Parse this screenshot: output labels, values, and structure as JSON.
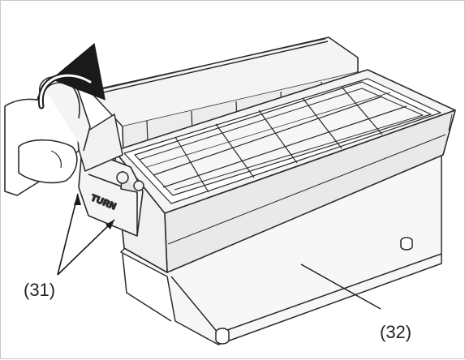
{
  "figure": {
    "handle_label": "TURN",
    "callouts": [
      {
        "id": "31",
        "text": "(31)"
      },
      {
        "id": "32",
        "text": "(32)"
      }
    ]
  },
  "colors": {
    "line": "#1a1a1a",
    "outline": "#2b2b2b",
    "fill_light": "#f4f4f4",
    "fill_side": "#e9e9e9",
    "fill_base": "#f7f7f7"
  }
}
